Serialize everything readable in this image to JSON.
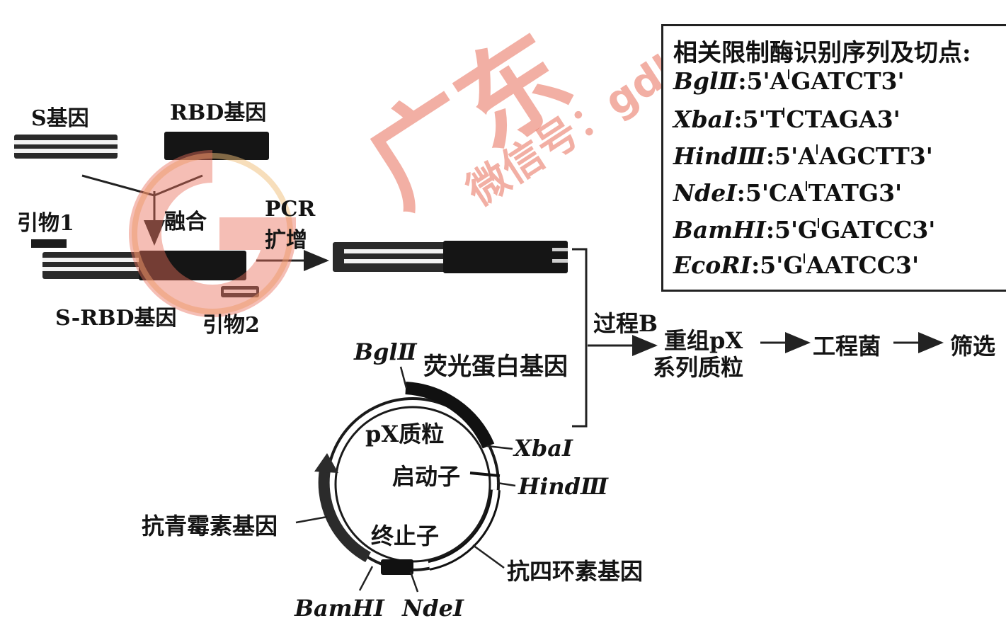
{
  "watermark": {
    "big_text": "广东",
    "small_text": "微信号：gdkjz",
    "url_fragment": "gdkjz",
    "color": "#e86e5a"
  },
  "genes": {
    "s_gene": "S基因",
    "rbd_gene": "RBD基因",
    "primer1": "引物1",
    "primer2": "引物2",
    "fusion": "融合",
    "pcr_line1": "PCR",
    "pcr_line2": "扩增",
    "s_rbd_gene": "S-RBD基因"
  },
  "process": {
    "process_b": "过程B",
    "recombinant_line1": "重组pX",
    "recombinant_line2": "系列质粒",
    "engineered_bacteria": "工程菌",
    "screening": "筛选"
  },
  "plasmid": {
    "name": "pX质粒",
    "fluorescent_gene": "荧光蛋白基因",
    "promoter": "启动子",
    "terminator": "终止子",
    "neomycin_gene": "抗青霉素基因",
    "tetracycline_gene": "抗四环素基因",
    "site_bgl": "BglⅡ",
    "site_xba": "XbaⅠ",
    "site_hind": "HindⅢ",
    "site_nde": "NdeⅠ",
    "site_bam": "BamHⅠ"
  },
  "enzymes": {
    "title": "相关限制酶识别序列及切点:",
    "rows": [
      {
        "name": "BglⅡ",
        "pre": ":5'A",
        "post": "GATCT3'"
      },
      {
        "name": "XbaⅠ",
        "pre": ":5'T",
        "post": "CTAGA3'"
      },
      {
        "name": "HindⅢ",
        "pre": ":5'A",
        "post": "AGCTT3'"
      },
      {
        "name": "NdeⅠ",
        "pre": ":5'CA",
        "post": "TATG3'"
      },
      {
        "name": "BamHⅠ",
        "pre": ":5'G",
        "post": "GATCC3'"
      },
      {
        "name": "EcoRⅠ",
        "pre": ":5'G",
        "post": "AATCC3'"
      }
    ]
  }
}
